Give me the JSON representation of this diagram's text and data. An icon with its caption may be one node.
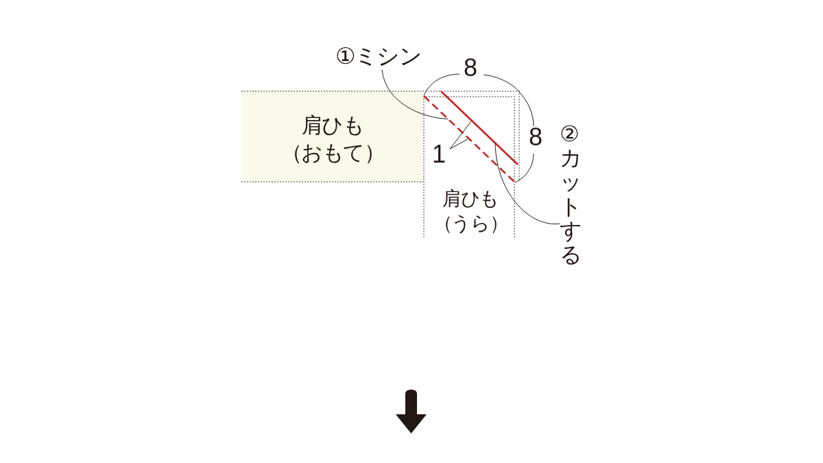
{
  "diagram": {
    "nodes": [
      {
        "text": [
          "①ミシン"
        ]
      },
      {
        "text": [
          "肩ひも（おもて）"
        ]
      },
      {
        "text": [],
        "shape": "line",
        "in": 5
      },
      {
        "text": [],
        "shape": "line"
      },
      {
        "text": [
          "②カットする"
        ]
      },
      {
        "text": [
          "肩ひも（うら）"
        ]
      }
    ],
    "edges": [
      {
        "from": 0,
        "to": 2,
        "arrow": "none"
      },
      {
        "from": 4,
        "to": 3,
        "arrow": "none"
      }
    ],
    "labels": [
      "8",
      "8",
      "1"
    ]
  }
}
